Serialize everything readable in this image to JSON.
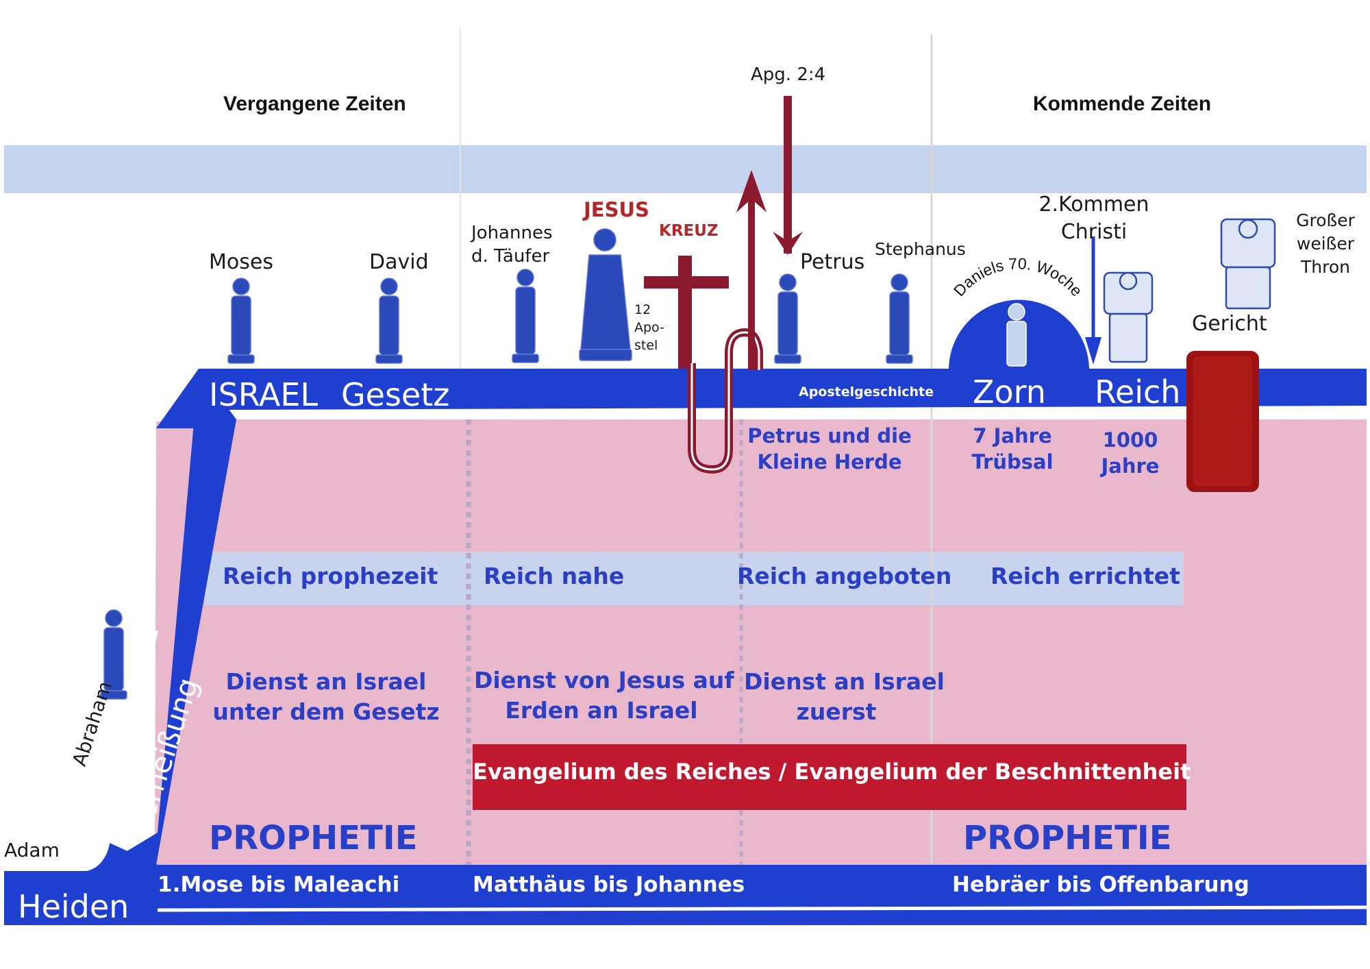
{
  "headers": {
    "past": "Vergangene Zeiten",
    "future": "Kommende Zeiten"
  },
  "reference_top": "Apg. 2:4",
  "figures": {
    "moses": "Moses",
    "david": "David",
    "johannes_1": "Johannes",
    "johannes_2": "d. Täufer",
    "jesus": "JESUS",
    "kreuz": "KREUZ",
    "apostel_1": "12",
    "apostel_2": "Apo-",
    "apostel_3": "stel",
    "petrus": "Petrus",
    "stephanus": "Stephanus",
    "daniel": "Daniels 70. Woche",
    "kommen_1": "2.Kommen",
    "kommen_2": "Christi",
    "thron_1": "Großer",
    "thron_2": "weißer",
    "thron_3": "Thron",
    "gericht": "Gericht",
    "abraham": "Abraham",
    "adam": "Adam"
  },
  "band": {
    "israel": "ISRAEL",
    "gesetz": "Gesetz",
    "apostelgeschichte": "Apostelgeschichte",
    "zorn": "Zorn",
    "reich": "Reich"
  },
  "side_band": {
    "verheissung": "Verheißung",
    "heiden": "Heiden"
  },
  "periods": {
    "petrus_herde_1": "Petrus und die",
    "petrus_herde_2": "Kleine Herde",
    "truebsal_1": "7 Jahre",
    "truebsal_2": "Trübsal",
    "tausend_1": "1000",
    "tausend_2": "Jahre"
  },
  "kingdom_row": [
    "Reich prophezeit",
    "Reich nahe",
    "Reich angeboten",
    "Reich errichtet"
  ],
  "service_row": {
    "col1_1": "Dienst an Israel",
    "col1_2": "unter dem Gesetz",
    "col2_1": "Dienst von Jesus auf",
    "col2_2": "Erden an Israel",
    "col3_1": "Dienst an Israel",
    "col3_2": "zuerst"
  },
  "gospel_banner": "Evangelium des Reiches / Evangelium der Beschnittenheit",
  "prophecy": {
    "left": "PROPHETIE",
    "right": "PROPHETIE"
  },
  "books": [
    "1.Mose bis Maleachi",
    "Matthäus bis Johannes",
    "Hebräer bis Offenbarung"
  ],
  "colors": {
    "band_blue": "#1f3fd0",
    "pale_blue": "#c5d4ee",
    "pink": "#e9b8cc",
    "red_banner": "#c0182e",
    "cross_red": "#8b1a2e",
    "text_blue": "#2a3fc8"
  }
}
